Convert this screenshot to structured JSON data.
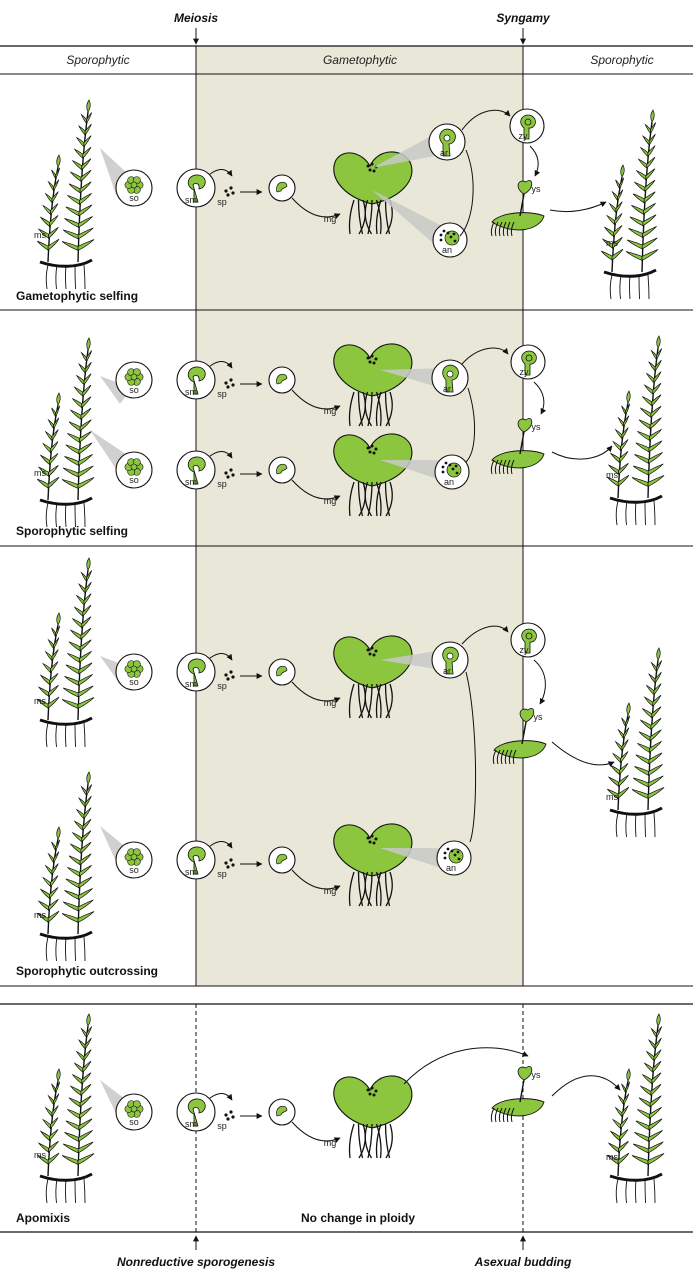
{
  "header": {
    "meiosis": "Meiosis",
    "syngamy": "Syngamy"
  },
  "phases": {
    "left": "Sporophytic",
    "middle": "Gametophytic",
    "right": "Sporophytic"
  },
  "panels": [
    {
      "title": "Gametophytic selfing"
    },
    {
      "title": "Sporophytic selfing"
    },
    {
      "title": "Sporophytic outcrossing"
    },
    {
      "title": "Apomixis",
      "center_note": "No change in ploidy"
    }
  ],
  "footer": {
    "left": "Nonreductive sporogenesis",
    "right": "Asexual budding"
  },
  "abbrev": {
    "ms": "ms",
    "so": "so",
    "sm": "sm",
    "sp": "sp",
    "mg": "mg",
    "ar": "ar",
    "an": "an",
    "zy": "zy",
    "ys": "ys"
  },
  "colors": {
    "plant_green": "#8cc63f",
    "gametophytic_bg": "#e9e8d8",
    "stroke": "#111111"
  }
}
